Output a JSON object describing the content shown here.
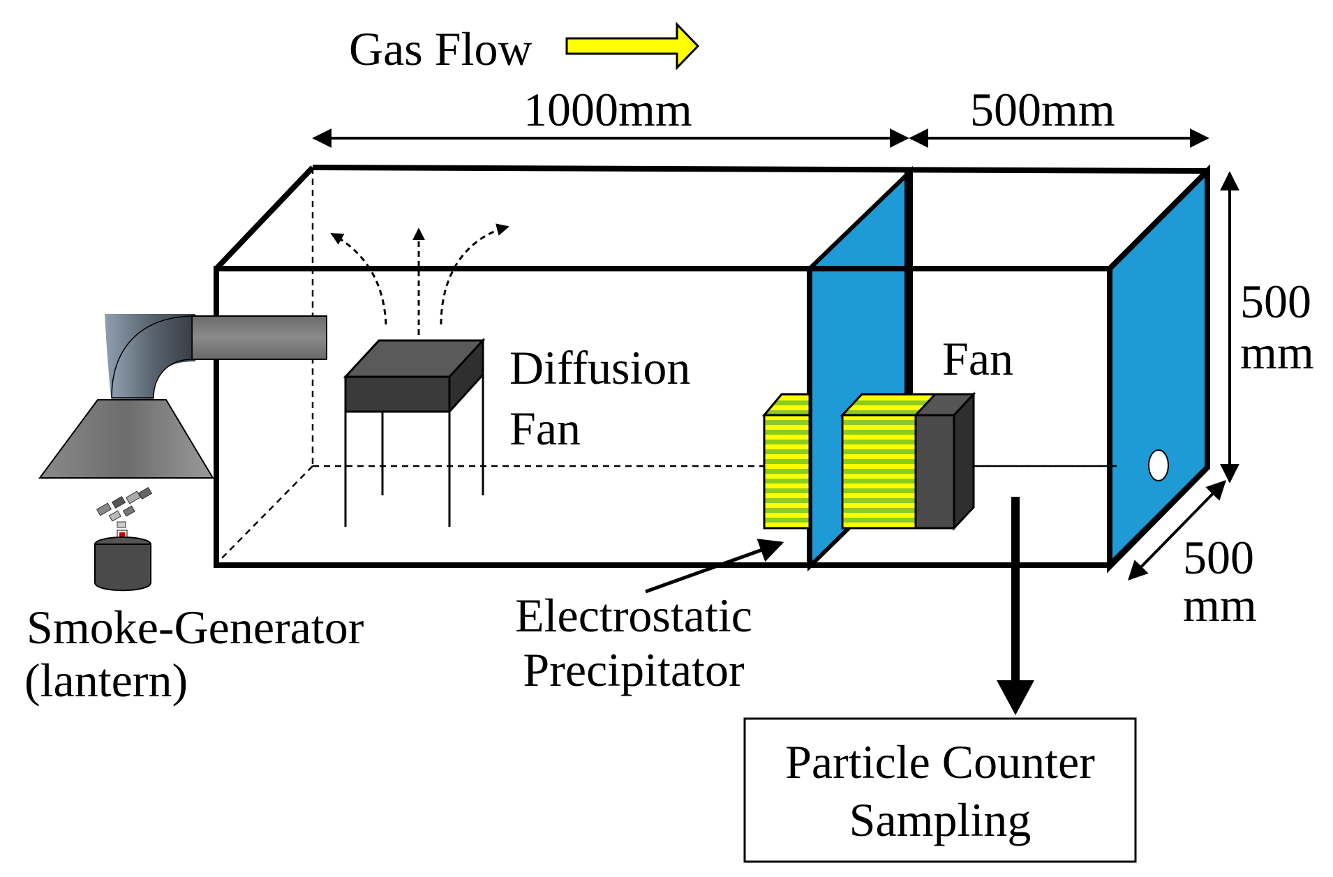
{
  "gas_flow": {
    "label": "Gas Flow",
    "arrow_color": "#ffff00"
  },
  "dimensions": {
    "length_main": "1000mm",
    "length_section": "500mm",
    "height_value": "500",
    "height_unit": "mm",
    "depth_value": "500",
    "depth_unit": "mm"
  },
  "labels": {
    "diffusion_fan_line1": "Diffusion",
    "diffusion_fan_line2": "Fan",
    "fan": "Fan",
    "smoke_generator_line1": "Smoke-Generator",
    "smoke_generator_line2": "(lantern)",
    "esp_line1": "Electrostatic",
    "esp_line2": "Precipitator",
    "sampling_line1": "Particle Counter",
    "sampling_line2": "Sampling"
  },
  "colors": {
    "panel_blue": "#1e9bd7",
    "esp_green": "#8ccc1e",
    "esp_yellow": "#ffff00",
    "fan_dark": "#3c3c3c"
  }
}
